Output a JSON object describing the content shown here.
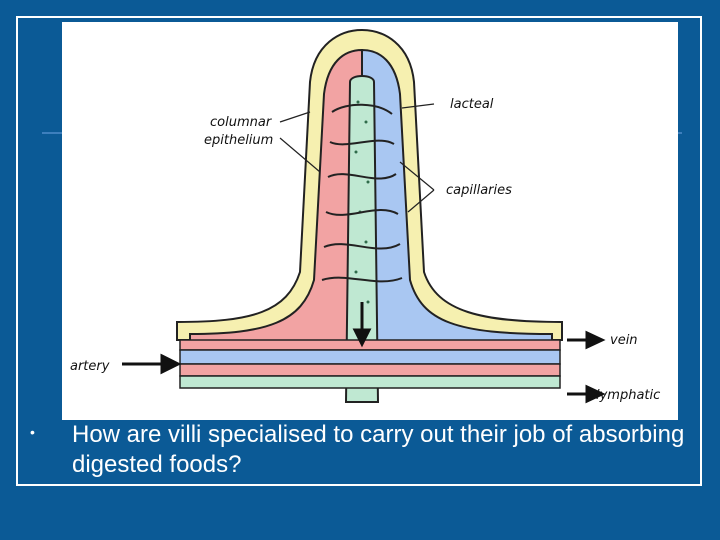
{
  "diagram": {
    "labels": {
      "columnar": "columnar",
      "epithelium": "epithelium",
      "lacteal": "lacteal",
      "capillaries": "capillaries",
      "artery": "artery",
      "vein": "vein",
      "lymphatic": "lymphatic"
    },
    "colors": {
      "epithelium": "#f6f0b0",
      "artery": "#f2a3a3",
      "vein": "#a9c7f2",
      "lacteal": "#bfe8d2",
      "background": "#0b5a96"
    }
  },
  "content": {
    "bullet": "•",
    "question": "How are villi specialised to carry out their job of absorbing digested foods?"
  }
}
